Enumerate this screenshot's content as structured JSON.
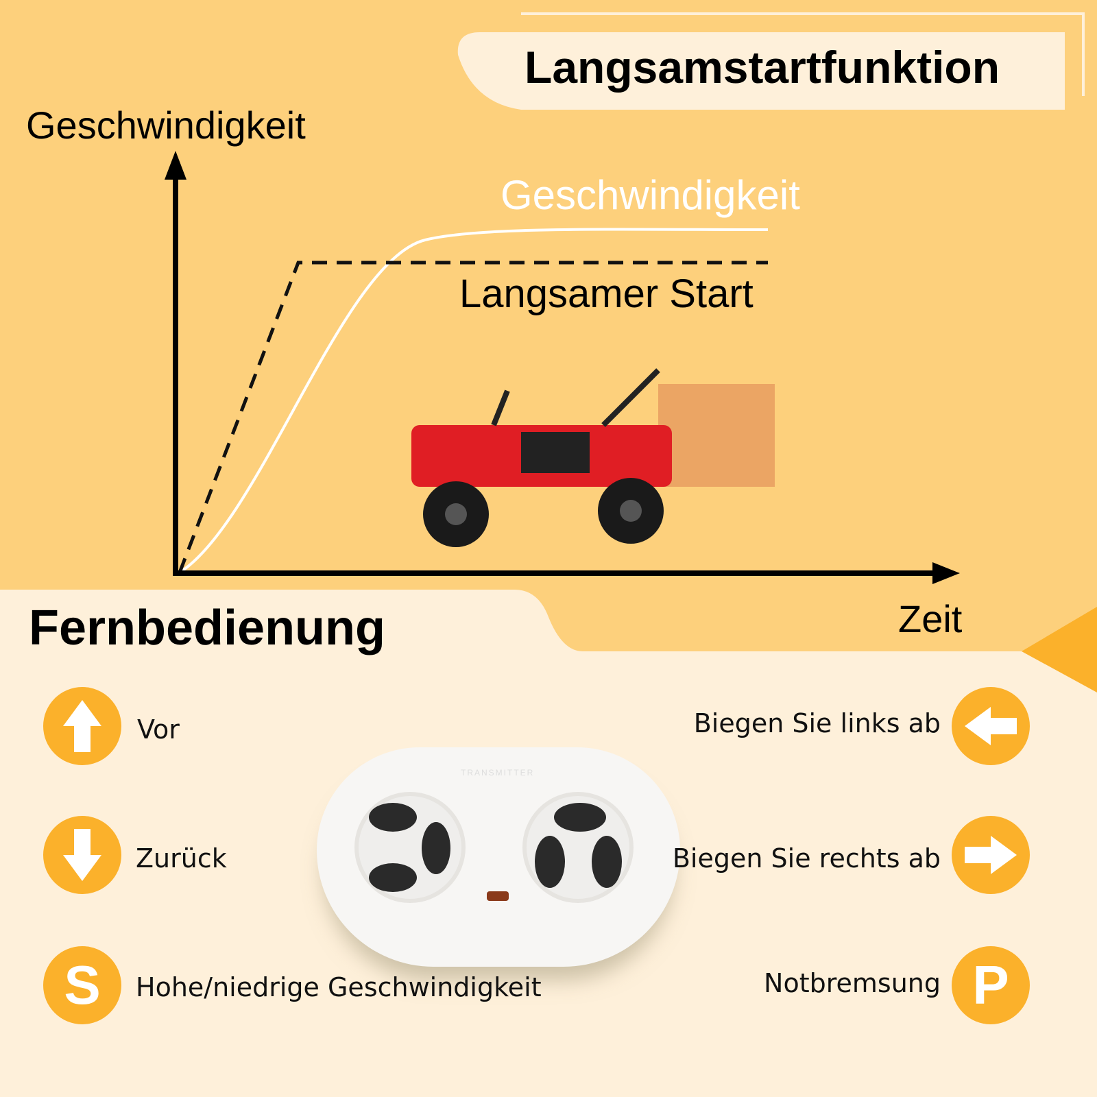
{
  "title": "Langsamstartfunktion",
  "graph": {
    "y_axis_label": "Geschwindigkeit",
    "x_axis_label": "Zeit",
    "curve_label": "Geschwindigkeit",
    "dashed_label": "Langsamer Start"
  },
  "remote": {
    "heading": "Fernbedienung",
    "brand_text": "TRANSMITTER",
    "items": [
      {
        "label": "Vor",
        "icon": "arrow-up-icon"
      },
      {
        "label": "Zurück",
        "icon": "arrow-down-icon"
      },
      {
        "label": "Hohe/niedrige Geschwindigkeit",
        "icon": "S"
      },
      {
        "label": "Biegen Sie links ab",
        "icon": "arrow-left-icon"
      },
      {
        "label": "Biegen Sie rechts ab",
        "icon": "arrow-right-icon"
      },
      {
        "label": "Notbremsung",
        "icon": "P"
      }
    ]
  },
  "colors": {
    "top_bg": "#fdd07c",
    "cream": "#fef0da",
    "accent": "#fbb12b"
  }
}
